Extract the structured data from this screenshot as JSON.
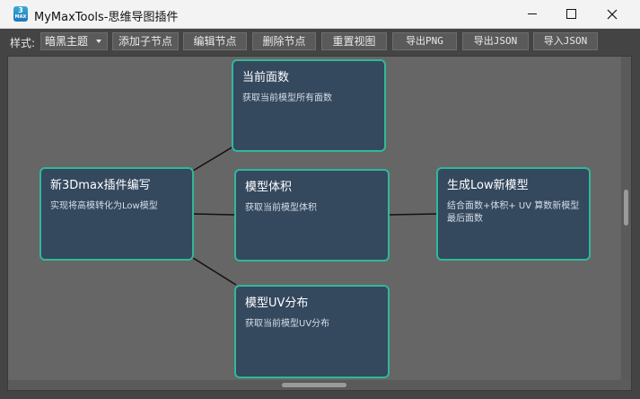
{
  "window": {
    "title": "MyMaxTools-思维导图插件",
    "icon_text": "3",
    "icon_subtext": "MAX"
  },
  "toolbar": {
    "style_label": "样式:",
    "style_select": "暗黑主题",
    "add_child_label": "添加子节点",
    "edit_node_label": "编辑节点",
    "delete_node_label": "删除节点",
    "reset_view_label": "重置视图",
    "export_png_label": "导出PNG",
    "export_json_label": "导出JSON",
    "import_json_label": "导入JSON"
  },
  "mindmap": {
    "nodes": [
      {
        "id": "root",
        "title": "新3Dmax插件编写",
        "desc": "实现将高模转化为Low模型"
      },
      {
        "id": "face",
        "title": "当前面数",
        "desc": "获取当前模型所有面数"
      },
      {
        "id": "volume",
        "title": "模型体积",
        "desc": "获取当前模型体积"
      },
      {
        "id": "uv",
        "title": "模型UV分布",
        "desc": "获取当前模型UV分布"
      },
      {
        "id": "lowpoly",
        "title": "生成Low新模型",
        "desc": "结合面数+体积+ UV 算数新模型最后面数"
      }
    ]
  },
  "colors": {
    "node_fill": "#34485e",
    "node_border": "#2fb89a",
    "canvas_bg": "#666666",
    "edge": "#111111"
  }
}
